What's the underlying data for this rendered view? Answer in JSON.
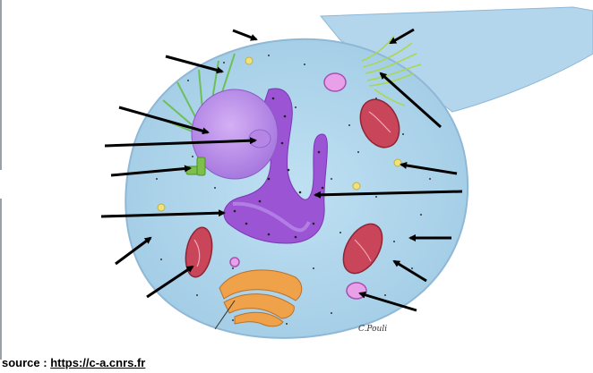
{
  "credit": {
    "prefix": "source : ",
    "url": "https://c-a.cnrs.fr"
  },
  "signature": "C.Pouli",
  "colors": {
    "cell_fill": "#a9d3ea",
    "cell_edge": "#8fb8d6",
    "nucleus": "#b98ee8",
    "er": "#9a4fd0",
    "mitochondria": "#c9465a",
    "golgi": "#f0a24a",
    "centrioles": "#7dbf4a",
    "vesicle": "#e8a0e8",
    "arrow": "#000000"
  }
}
